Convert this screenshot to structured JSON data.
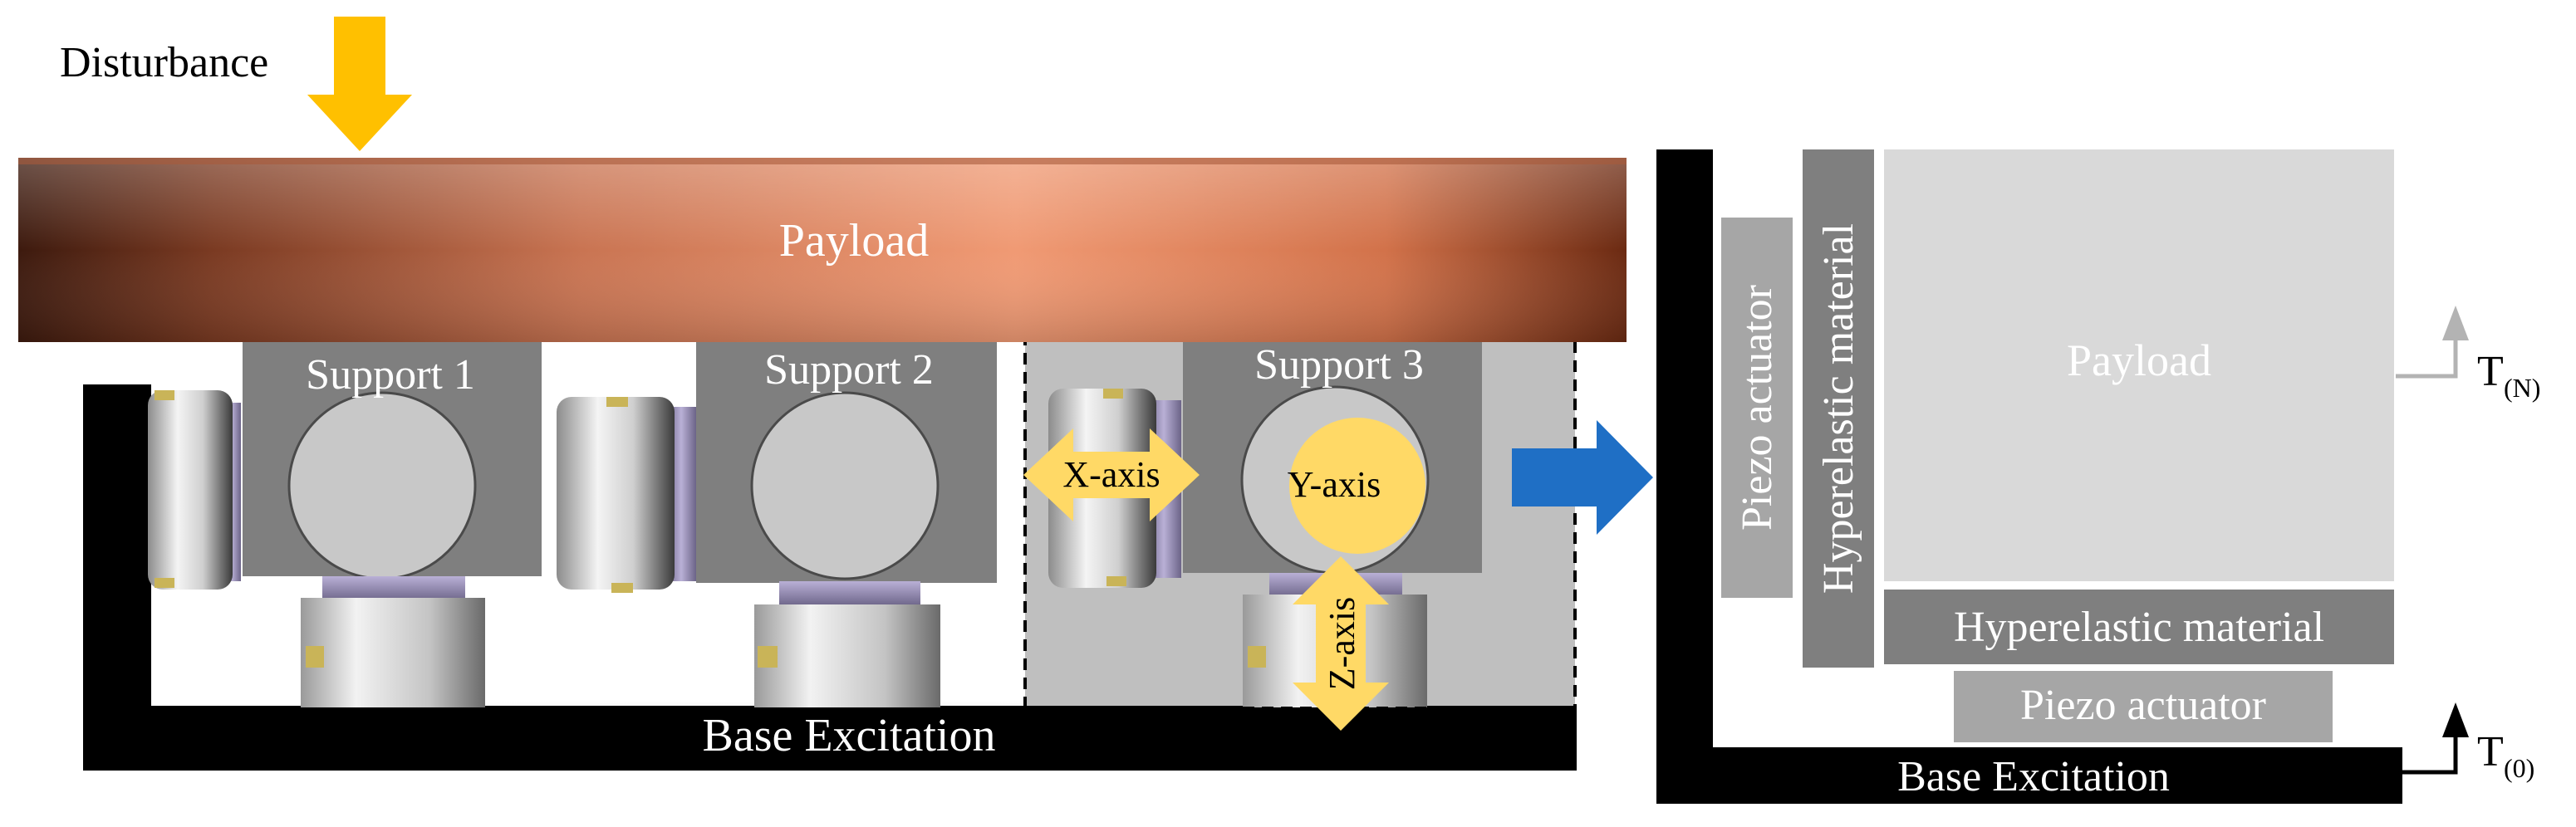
{
  "labels": {
    "disturbance": "Disturbance",
    "payload_left": "Payload",
    "support1": "Support 1",
    "support2": "Support 2",
    "support3": "Support 3",
    "x_axis": "X-axis",
    "y_axis": "Y-axis",
    "z_axis": "Z-axis",
    "base_left": "Base Excitation",
    "piezo_vertical": "Piezo actuator",
    "hyper_vertical": "Hyperelastic material",
    "payload_right": "Payload",
    "hyper_horizontal": "Hyperelastic material",
    "piezo_horizontal": "Piezo actuator",
    "base_right": "Base Excitation",
    "t_top_main": "T",
    "t_top_sub": "(N)",
    "t_bottom_main": "T",
    "t_bottom_sub": "(0)"
  },
  "colors": {
    "disturbance_arrow": "#FFC000",
    "axis_arrow": "#FFD966",
    "transition_arrow": "#1F6FC5",
    "payload_dark": "#4a1f10",
    "payload_mid": "#e8906a",
    "payload_light": "#f0a07a",
    "support_block": "#7f7f7f",
    "support_disc": "#c8c8c8",
    "frame": "#000000",
    "highlight_box": "#bfbfbf",
    "payload_block": "#d9d9d9",
    "layer_dark": "#7f7f7f",
    "layer_light": "#a6a6a6",
    "label_light": "#ffffff",
    "label_dark": "#000000",
    "t_arrow_top": "#b3b3b3"
  }
}
